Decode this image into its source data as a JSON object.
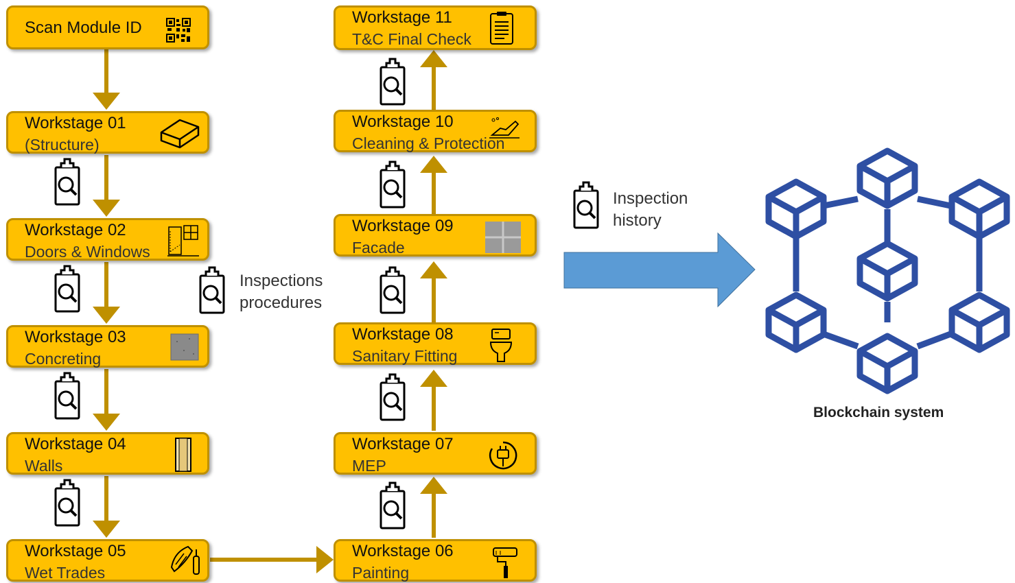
{
  "scan": {
    "label": "Scan Module ID",
    "icon": "qr-code-icon"
  },
  "stages": [
    {
      "title": "Workstage 01",
      "subtitle": "(Structure)",
      "icon": "brick-icon"
    },
    {
      "title": "Workstage 02",
      "subtitle": "Doors & Windows",
      "icon": "door-window-icon"
    },
    {
      "title": "Workstage 03",
      "subtitle": "Concreting",
      "icon": "concrete-icon"
    },
    {
      "title": "Workstage 04",
      "subtitle": "Walls",
      "icon": "wall-icon"
    },
    {
      "title": "Workstage 05",
      "subtitle": "Wet Trades",
      "icon": "trowel-icon"
    },
    {
      "title": "Workstage 06",
      "subtitle": "Painting",
      "icon": "paint-roller-icon"
    },
    {
      "title": "Workstage 07",
      "subtitle": "MEP",
      "icon": "plug-icon"
    },
    {
      "title": "Workstage 08",
      "subtitle": "Sanitary Fitting",
      "icon": "toilet-icon"
    },
    {
      "title": "Workstage 09",
      "subtitle": "Facade",
      "icon": "facade-panel-icon"
    },
    {
      "title": "Workstage 10",
      "subtitle": "Cleaning & Protection",
      "icon": "cleaning-icon"
    },
    {
      "title": "Workstage 11",
      "subtitle": "T&C Final Check",
      "icon": "checklist-icon"
    }
  ],
  "legend": {
    "line1": "Inspections",
    "line2": "procedures",
    "icon": "clipboard-search-icon"
  },
  "history": {
    "line1": "Inspection",
    "line2": "history",
    "icon": "clipboard-search-icon"
  },
  "blockchain": {
    "label": "Blockchain system",
    "icon": "blockchain-network-icon"
  },
  "colors": {
    "box_fill": "#ffc000",
    "box_border": "#bf9000",
    "arrow": "#bf9000",
    "big_arrow": "#5b9bd5",
    "blockchain": "#2e4fa3"
  }
}
